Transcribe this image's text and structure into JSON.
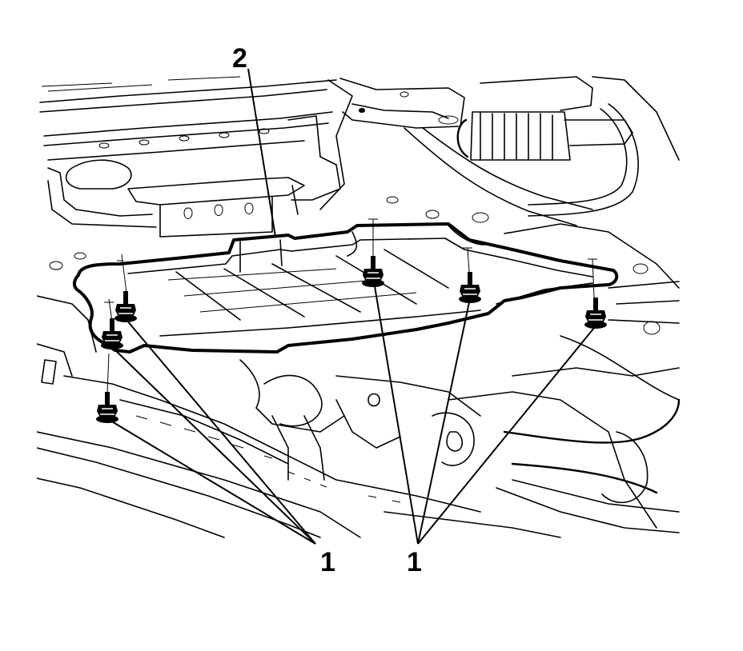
{
  "callouts": {
    "shield": "2",
    "bolts_left": "1",
    "bolts_right": "1"
  },
  "colors": {
    "line": "#000000",
    "background": "#ffffff"
  }
}
